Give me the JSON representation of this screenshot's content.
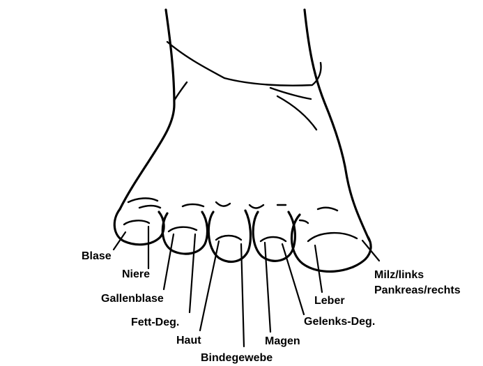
{
  "diagram": {
    "labels": {
      "blase": "Blase",
      "niere": "Niere",
      "gallenblase": "Gallenblase",
      "fett_deg": "Fett-Deg.",
      "haut": "Haut",
      "bindegewebe": "Bindegewebe",
      "magen": "Magen",
      "gelenks_deg": "Gelenks-Deg.",
      "leber": "Leber",
      "milz": "Milz/links",
      "pankreas": "Pankreas/rechts"
    }
  }
}
